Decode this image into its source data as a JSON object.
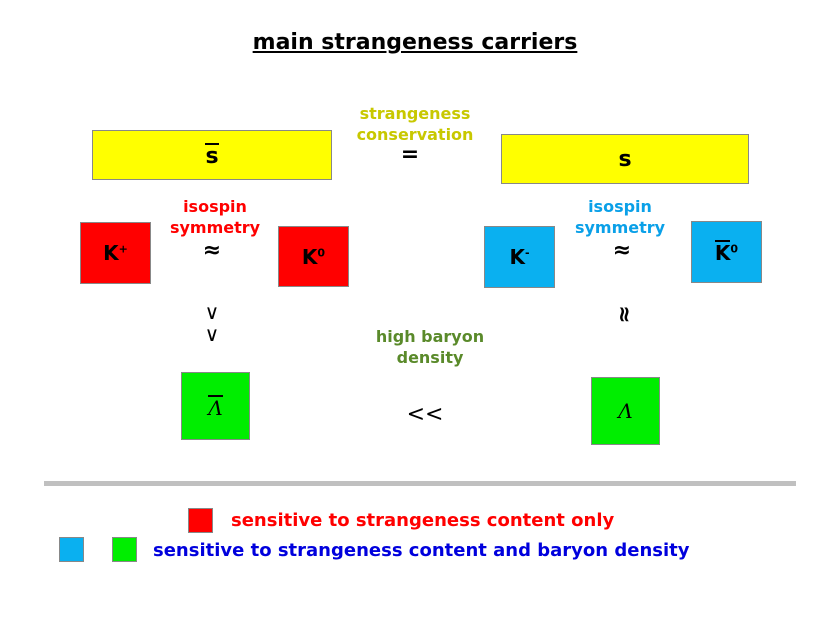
{
  "title": "main strangeness carriers",
  "top": {
    "left_quark": "s",
    "right_quark": "s",
    "relation_label_line1": "strangeness",
    "relation_label_line2": "conservation",
    "relation_symbol": "="
  },
  "kaons": {
    "left_label_line1": "isospin",
    "left_label_line2": "symmetry",
    "left_symbol": "≈",
    "k_plus_base": "K",
    "k_plus_sup": "+",
    "k_zero_base": "K",
    "k_zero_sup": "0",
    "right_label_line1": "isospin",
    "right_label_line2": "symmetry",
    "right_symbol": "≈",
    "k_minus_base": "K",
    "k_minus_sup": "-",
    "k_zero_bar_base": "K",
    "k_zero_bar_sup": "0"
  },
  "middle": {
    "left_relation_1": "∨",
    "left_relation_2": "∨",
    "right_relation": "≈",
    "label_line1": "high baryon",
    "label_line2": "density"
  },
  "bottom": {
    "antilambda": "Λ",
    "lambda": "Λ",
    "relation_symbol": "<<"
  },
  "legend": {
    "red_text": "sensitive to strangeness content only",
    "blue_green_text": "sensitive to strangeness content and baryon density"
  },
  "colors": {
    "yellow": "#ffff00",
    "red": "#ff0000",
    "blue": "#0ab0f0",
    "green": "#00ee00",
    "olive_label": "#c8c800",
    "green_label": "#5a8a2a",
    "red_label": "#ff0000",
    "blue_label": "#0aa0e8",
    "legend_blue_text": "#0000dd"
  }
}
